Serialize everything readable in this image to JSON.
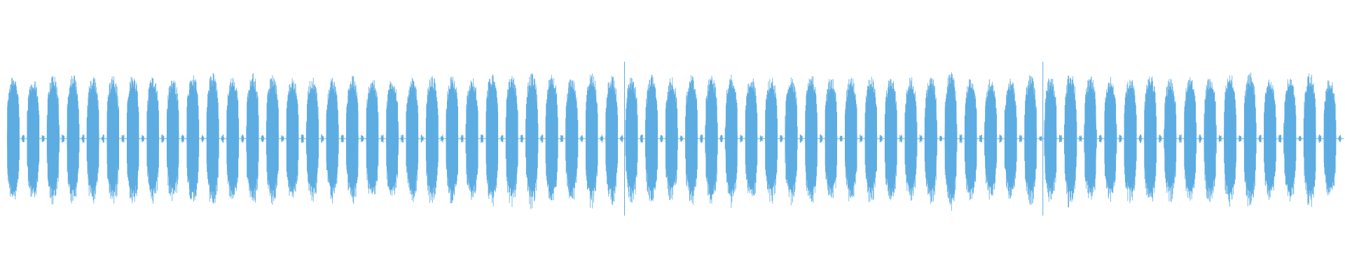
{
  "waveform": {
    "color": "#5dade2",
    "background": "#ffffff",
    "burst_count": 67,
    "typical_peak_amplitude": 0.92,
    "gap_residual_amplitude": 0.05
  }
}
